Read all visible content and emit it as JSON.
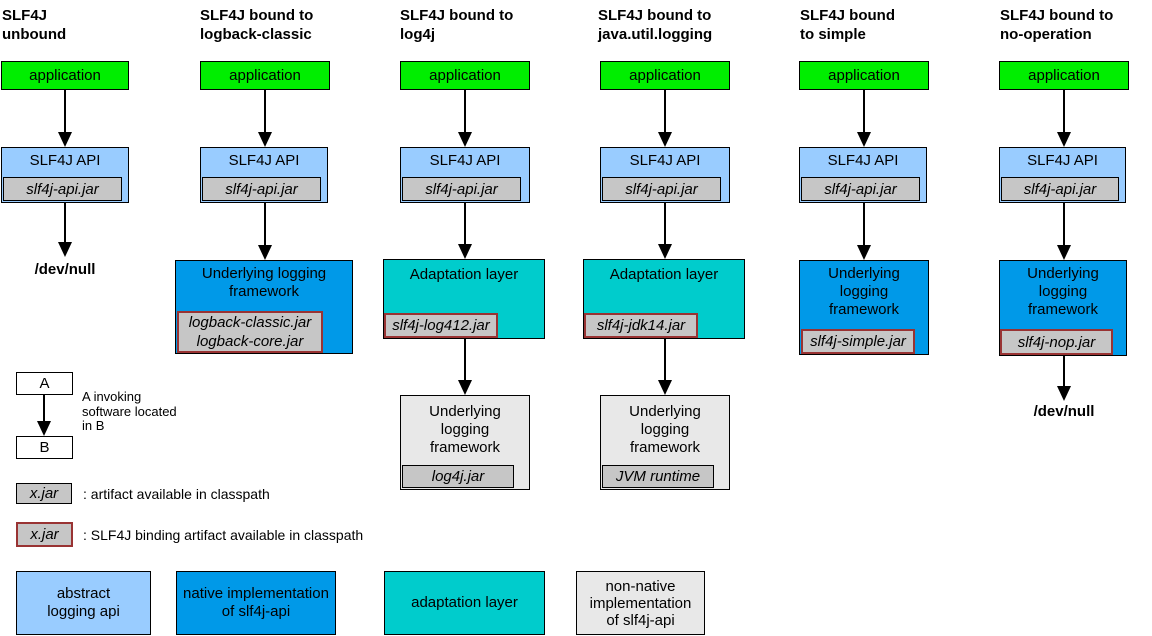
{
  "colors": {
    "application_green": "#00ee00",
    "abstract_api_blue": "#99ccff",
    "native_impl_blue": "#0099e8",
    "adaptation_teal": "#00cccc",
    "non_native_gray": "#e8e8e8",
    "jar_gray": "#c6c6c6",
    "binding_border_red": "#993333"
  },
  "columns": [
    {
      "title": "SLF4J\nunbound",
      "app": "application",
      "api": "SLF4J API",
      "api_jar": "slf4j-api.jar",
      "devnull": "/dev/null"
    },
    {
      "title": "SLF4J bound to\nlogback-classic",
      "app": "application",
      "api": "SLF4J API",
      "api_jar": "slf4j-api.jar",
      "framework": "Underlying logging\nframework",
      "framework_jar": "logback-classic.jar\nlogback-core.jar"
    },
    {
      "title": "SLF4J bound to\nlog4j",
      "app": "application",
      "api": "SLF4J API",
      "api_jar": "slf4j-api.jar",
      "adaptation": "Adaptation layer",
      "adaptation_jar": "slf4j-log412.jar",
      "framework": "Underlying\nlogging\nframework",
      "framework_jar": "log4j.jar"
    },
    {
      "title": "SLF4J bound to\njava.util.logging",
      "app": "application",
      "api": "SLF4J API",
      "api_jar": "slf4j-api.jar",
      "adaptation": "Adaptation layer",
      "adaptation_jar": "slf4j-jdk14.jar",
      "framework": "Underlying\nlogging\nframework",
      "framework_jar": "JVM runtime"
    },
    {
      "title": "SLF4J bound\nto simple",
      "app": "application",
      "api": "SLF4J API",
      "api_jar": "slf4j-api.jar",
      "framework": "Underlying\nlogging\nframework",
      "framework_jar": "slf4j-simple.jar"
    },
    {
      "title": "SLF4J bound to\nno-operation",
      "app": "application",
      "api": "SLF4J API",
      "api_jar": "slf4j-api.jar",
      "framework": "Underlying\nlogging\nframework",
      "framework_jar": "slf4j-nop.jar",
      "devnull": "/dev/null"
    }
  ],
  "legend": {
    "invoke": {
      "a": "A",
      "b": "B",
      "text": "A invoking\nsoftware located\nin B"
    },
    "artifact": {
      "jar": "x.jar",
      "text": ": artifact available in classpath"
    },
    "binding": {
      "jar": "x.jar",
      "text": ": SLF4J binding artifact available in classpath"
    },
    "types": [
      {
        "label": "abstract\nlogging api"
      },
      {
        "label": "native implementation\nof slf4j-api"
      },
      {
        "label": "adaptation layer"
      },
      {
        "label": "non-native\nimplementation\nof slf4j-api"
      }
    ]
  }
}
